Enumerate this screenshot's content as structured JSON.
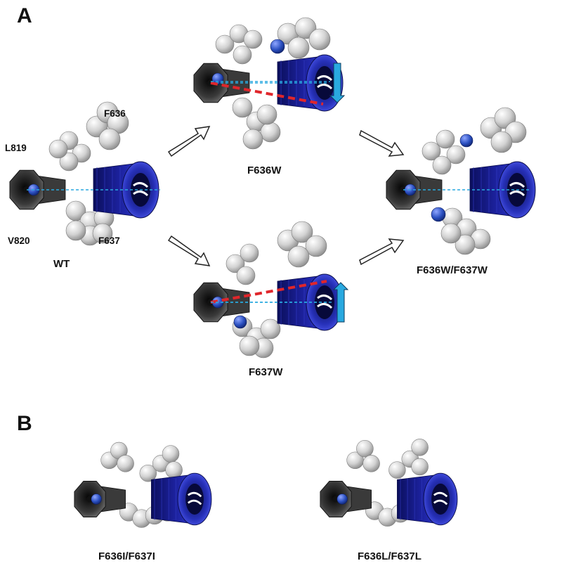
{
  "panels": {
    "a": {
      "letter": "A"
    },
    "b": {
      "letter": "B"
    }
  },
  "residues": {
    "f636": "F636",
    "l819": "L819",
    "v820": "V820",
    "f637": "F637"
  },
  "structures": {
    "wt": "WT",
    "f636w": "F636W",
    "f637w": "F637W",
    "double_w": "F636W/F637W",
    "double_i": "F636I/F637I",
    "double_l": "F636L/F637L"
  },
  "colors": {
    "helix_blue": "#1c23a8",
    "helix_black": "#262626",
    "atom_grey": "#cfcfcf",
    "nitrogen_blue": "#2a4fc0",
    "reference_line": "#29a9e0",
    "displacement_line": "#e0262b",
    "shift_arrow": "#29a9e0"
  }
}
